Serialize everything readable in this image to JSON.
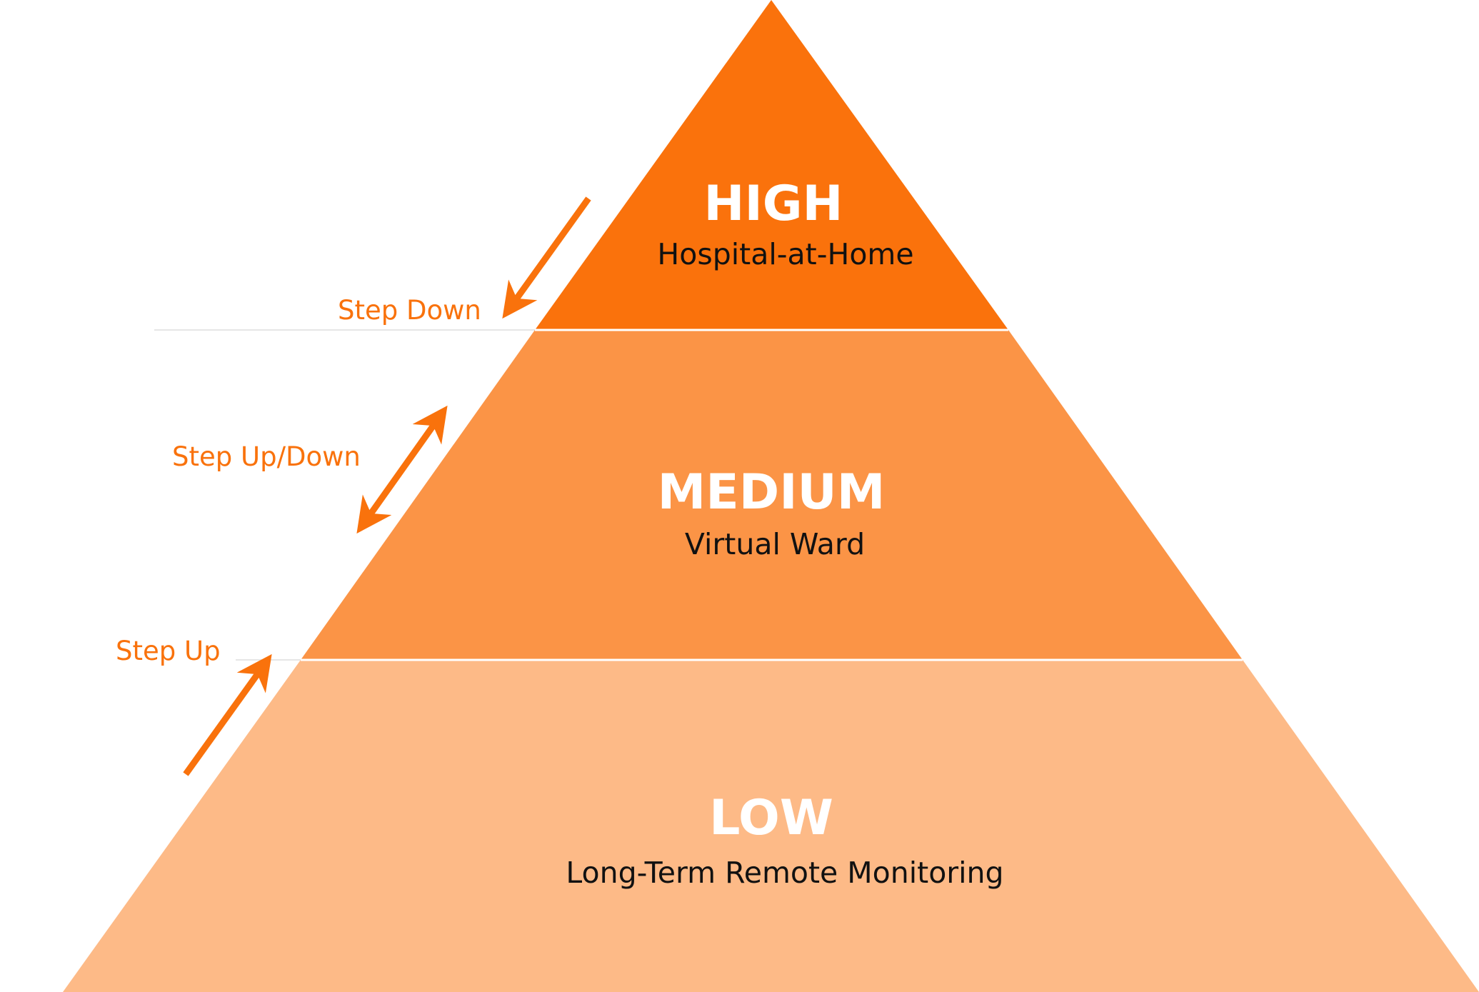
{
  "colors": {
    "high": "#fa720c",
    "medium": "#fb9446",
    "low": "#fdba87",
    "accent": "#f9720c",
    "separator": "#e6e6e6"
  },
  "tiers": {
    "high": {
      "title": "HIGH",
      "subtitle": "Hospital-at-Home"
    },
    "medium": {
      "title": "MEDIUM",
      "subtitle": "Virtual Ward"
    },
    "low": {
      "title": "LOW",
      "subtitle": "Long-Term Remote Monitoring"
    }
  },
  "transitions": {
    "step_down": {
      "label": "Step Down",
      "direction": "down"
    },
    "step_up_down": {
      "label": "Step Up/Down",
      "direction": "both"
    },
    "step_up": {
      "label": "Step Up",
      "direction": "up"
    }
  }
}
